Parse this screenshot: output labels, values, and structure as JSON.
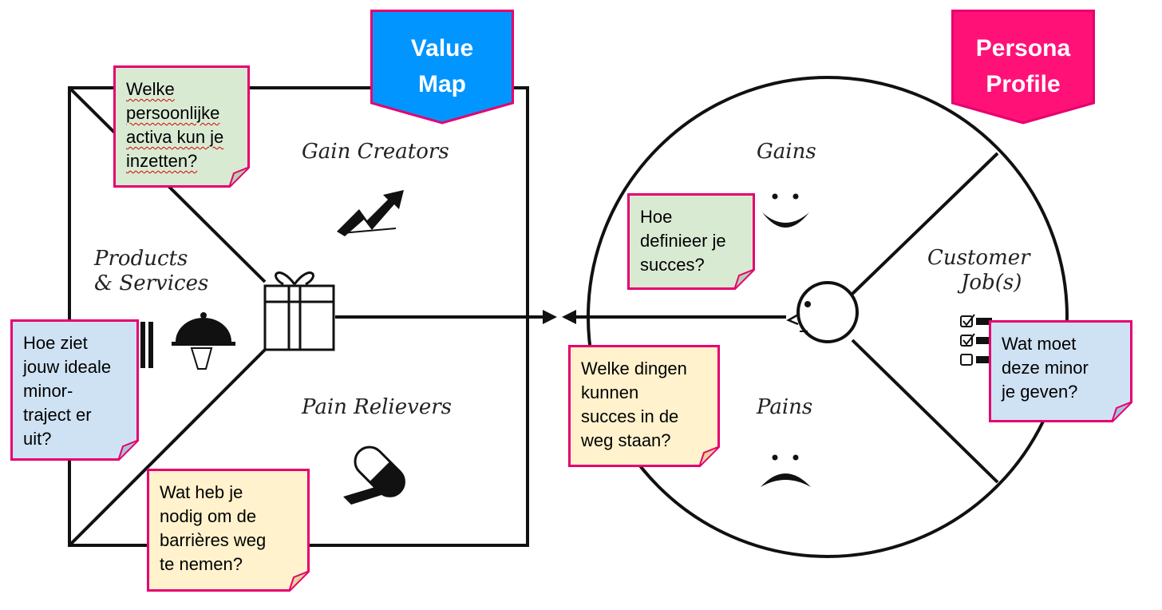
{
  "value_map": {
    "banner": {
      "line1": "Value",
      "line2": "Map",
      "color": "#0095ff"
    },
    "sections": {
      "gain_creators": "Gain Creators",
      "products_services_line1": "Products",
      "products_services_line2": "& Services",
      "pain_relievers": "Pain Relievers"
    }
  },
  "persona_profile": {
    "banner": {
      "line1": "Persona",
      "line2": "Profile",
      "color": "#ff1178"
    },
    "sections": {
      "gains": "Gains",
      "pains": "Pains",
      "customer_jobs_line1": "Customer",
      "customer_jobs_line2": "Job(s)"
    }
  },
  "notes": {
    "assets": {
      "text": "Welke\npersoonlijke\nactiva kun je\ninzetten?",
      "color": "#d9ead3"
    },
    "ideal_minor": {
      "text": "Hoe ziet\njouw ideale\nminor-\ntraject er\nuit?",
      "color": "#cfe2f3"
    },
    "barriers": {
      "text": "Wat heb je\nnodig om de\nbarrières weg\nte nemen?",
      "color": "#fff2cc"
    },
    "success": {
      "text": "Hoe\ndefinieer je\nsucces?",
      "color": "#d9ead3"
    },
    "obstacles": {
      "text": "Welke dingen\nkunnen\nsucces in de\nweg staan?",
      "color": "#fff2cc"
    },
    "minor_give": {
      "text": "Wat moet\ndeze minor\nje geven?",
      "color": "#cfe2f3"
    }
  },
  "icons": {
    "gain_creators": "rising-arrow-icon",
    "products_services": "gift-icon",
    "service": "cloche-icon",
    "pain_relievers": "pill-icon",
    "gains": "smile-face-icon",
    "pains": "frown-face-icon",
    "customer": "person-head-icon",
    "jobs": "checklist-icon"
  },
  "accent_border": "#e6006f"
}
